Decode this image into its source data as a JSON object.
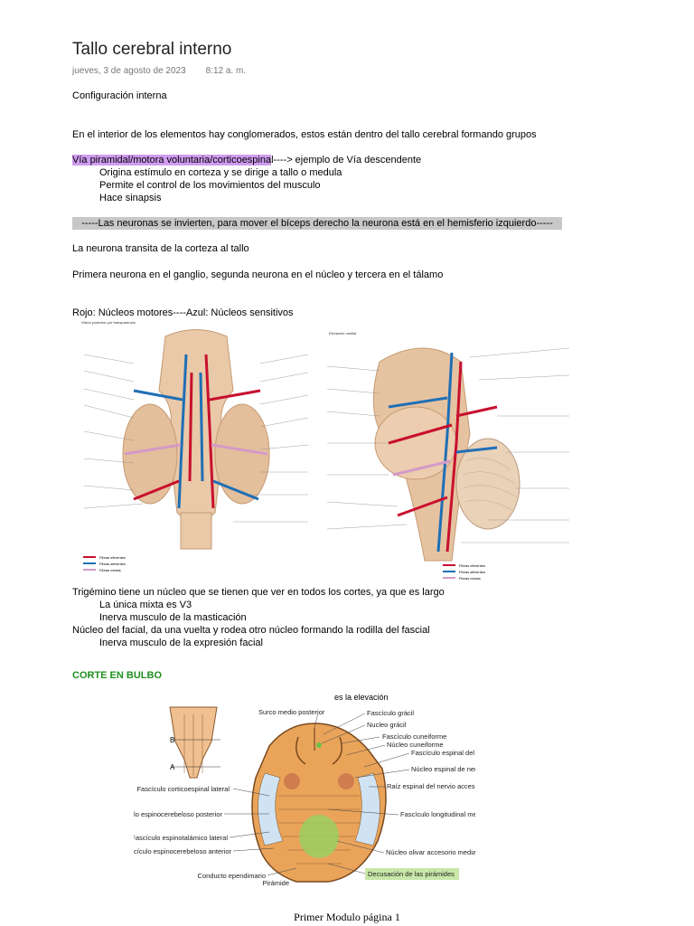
{
  "page": {
    "title": "Tallo cerebral interno",
    "date": "jueves, 3 de agosto de 2023",
    "time": "8:12 a. m."
  },
  "notes": {
    "heading": "Configuración interna",
    "intro": "En el interior de los elementos hay conglomerados, estos están dentro del tallo cerebral formando grupos",
    "via_highlight": "Vía piramidal/motora voluntaria/corticoespina",
    "via_rest": "l----> ejemplo de Vía descendente",
    "bullet1": "Origina estímulo en corteza y se dirige a tallo o medula",
    "bullet2": "Permite el control de los movimientos del musculo",
    "bullet3": "Hace sinapsis",
    "gray_note": "-----Las neuronas se invierten, para mover el bíceps derecho la neurona está en el hemisferio izquierdo-----",
    "neurona": "La neurona transita de la corteza al tallo",
    "primera": "Primera neurona en el ganglio, segunda neurona en el núcleo y tercera en el tálamo",
    "rojo_azul": "Rojo: Núcleos motores----Azul: Núcleos sensitivos",
    "trigemino": "Trigémino tiene un núcleo que se tienen que ver en todos los cortes, ya que es largo",
    "trig_b1": "La única mixta es V3",
    "trig_b2": "Inerva musculo de la masticación",
    "facial": "Núcleo del facial, da una vuelta y rodea otro núcleo formando la rodilla del fascial",
    "facial_b1": "Inerva musculo de la expresión facial",
    "corte": "CORTE EN BULBO"
  },
  "figure_left": {
    "title": "Visión posterior por transparencia",
    "legend": [
      "Fibras eferentes",
      "Fibras aferentes",
      "Fibras mixtas"
    ]
  },
  "figure_right": {
    "title": "Elevación medial",
    "legend": [
      "Fibras eferentes",
      "Fibras aferentes",
      "Fibras mixtas"
    ]
  },
  "bulbo": {
    "header": "es la elevación",
    "labels_right": [
      "Surco medio posterior",
      "Fascículo grácil",
      "Nucleo grácil",
      "Fascículo cuneiforme",
      "Núcleo cuneiforme",
      "Fascículo espinal del nervio trigémino",
      "Núcleo espinal de nervio trigémino",
      "Raíz espinal del nervio accesorio",
      "Fascículo longitudinal medial",
      "Núcleo olivar accesorio medial",
      "Decusación de las pirámides"
    ],
    "labels_left": [
      "Fascículo corticoespinal lateral",
      "Fascículo espinocerebeloso posterior",
      "Fascículo espinotalámico lateral",
      "Fascículo espinocerebeloso anterior",
      "Conducto ependimario",
      "Pirámide"
    ],
    "letters": [
      "B",
      "A"
    ]
  },
  "footer": "Primer Modulo página 1",
  "colors": {
    "efferent": "#c8102e",
    "afferent": "#1f6fb5",
    "mixed": "#d49ac7",
    "highlight": "#cf9cf0",
    "green_heading": "#1f8f1f"
  }
}
